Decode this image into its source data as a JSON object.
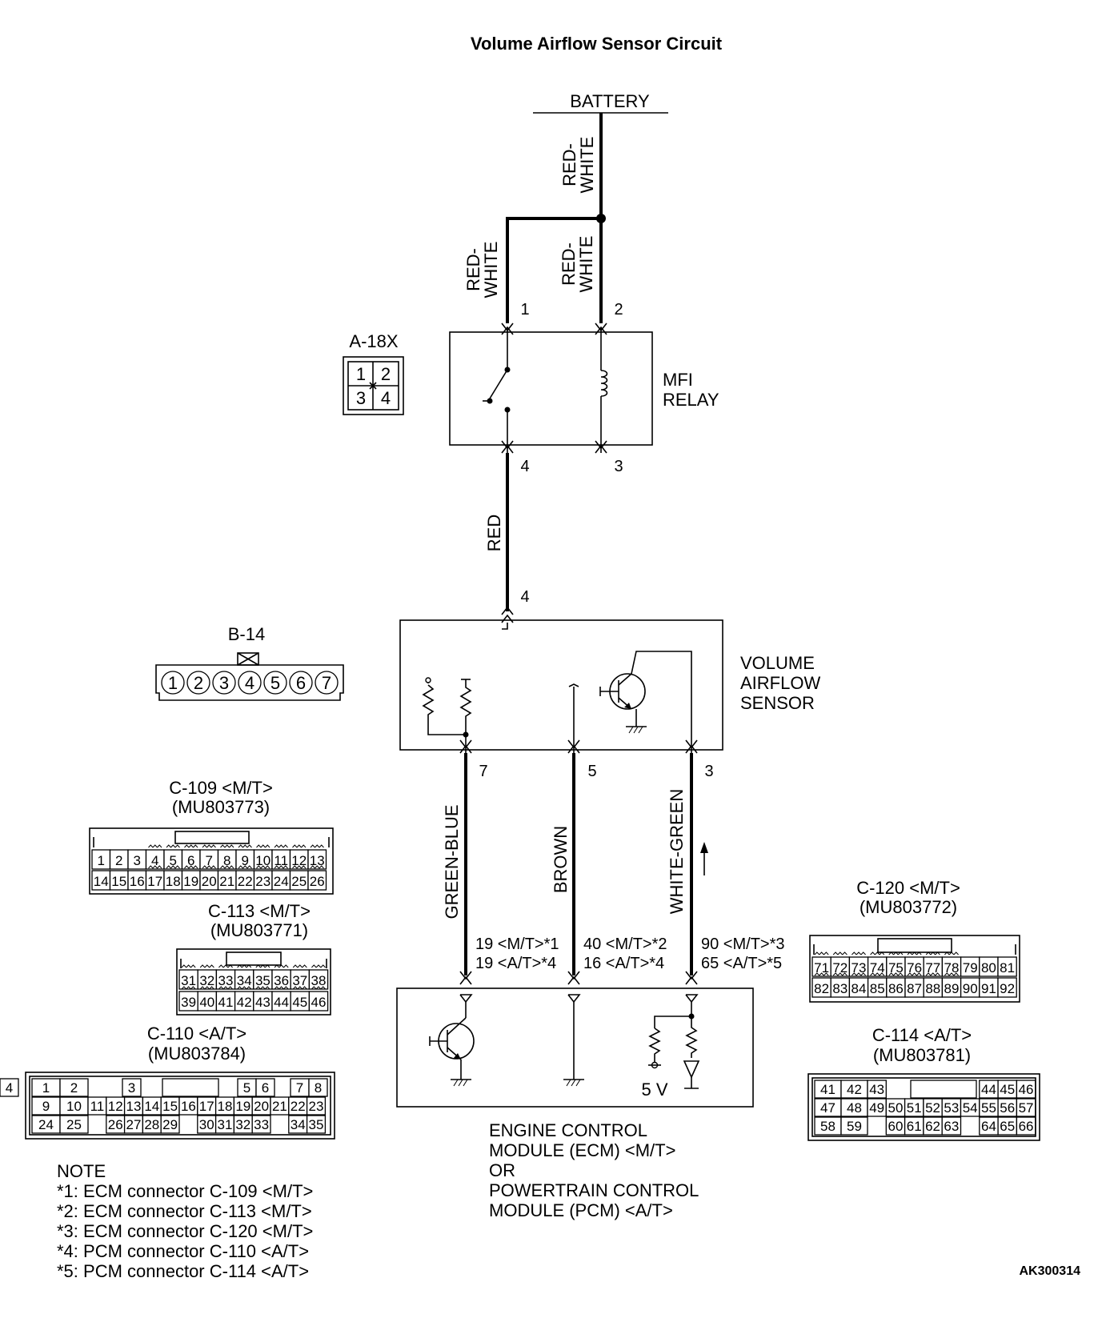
{
  "title": "Volume Airflow Sensor Circuit",
  "figure_id": "AK300314",
  "battery": {
    "label": "BATTERY"
  },
  "wires": {
    "battery_main": [
      "RED-",
      "WHITE"
    ],
    "relay_pin1": [
      "RED-",
      "WHITE"
    ],
    "relay_pin2": [
      "RED-",
      "WHITE"
    ],
    "relay_to_sensor": "RED",
    "sensor_pin7": "GREEN-BLUE",
    "sensor_pin5": "BROWN",
    "sensor_pin3": "WHITE-GREEN"
  },
  "relay": {
    "name_lines": [
      "MFI",
      "RELAY"
    ],
    "pins": {
      "p1": "1",
      "p2": "2",
      "p3": "3",
      "p4": "4"
    }
  },
  "relay_connector": {
    "id": "A-18X",
    "pins": [
      "1",
      "2",
      "3",
      "4"
    ]
  },
  "sensor": {
    "name_lines": [
      "VOLUME",
      "AIRFLOW",
      "SENSOR"
    ],
    "pins": {
      "p4": "4",
      "p7": "7",
      "p5": "5",
      "p3": "3"
    }
  },
  "sensor_connector": {
    "id": "B-14",
    "pins": [
      "1",
      "2",
      "3",
      "4",
      "5",
      "6",
      "7"
    ]
  },
  "ecm_pins": {
    "green_blue": [
      "19 <M/T>*1",
      "19 <A/T>*4"
    ],
    "brown": [
      "40 <M/T>*2",
      "16 <A/T>*4"
    ],
    "white_green": [
      "90 <M/T>*3",
      "65 <A/T>*5"
    ]
  },
  "ecm": {
    "voltage": "5 V",
    "name_lines": [
      "ENGINE CONTROL",
      "MODULE (ECM) <M/T>",
      "OR",
      "POWERTRAIN CONTROL",
      "MODULE (PCM) <A/T>"
    ]
  },
  "connectors": {
    "c109": {
      "name": "C-109 <M/T>",
      "part": "(MU803773)",
      "row1": [
        "1",
        "2",
        "3",
        "4",
        "5",
        "6",
        "7",
        "8",
        "9",
        "10",
        "11",
        "12",
        "13"
      ],
      "row2": [
        "14",
        "15",
        "16",
        "17",
        "18",
        "19",
        "20",
        "21",
        "22",
        "23",
        "24",
        "25",
        "26"
      ]
    },
    "c113": {
      "name": "C-113 <M/T>",
      "part": "(MU803771)",
      "row1": [
        "31",
        "32",
        "33",
        "34",
        "35",
        "36",
        "37",
        "38"
      ],
      "row2": [
        "39",
        "40",
        "41",
        "42",
        "43",
        "44",
        "45",
        "46"
      ]
    },
    "c110": {
      "name": "C-110 <A/T>",
      "part": "(MU803784)",
      "row1": [
        "1",
        "2",
        "",
        "3",
        "4",
        "",
        "",
        "",
        "",
        "5",
        "6",
        "",
        "7",
        "8"
      ],
      "row2": [
        "9",
        "10",
        "11",
        "12",
        "13",
        "14",
        "15",
        "16",
        "17",
        "18",
        "19",
        "20",
        "21",
        "22",
        "23"
      ],
      "row3": [
        "24",
        "25",
        "",
        "26",
        "27",
        "28",
        "29",
        "",
        "30",
        "31",
        "32",
        "33",
        "",
        "34",
        "35"
      ]
    },
    "c120": {
      "name": "C-120 <M/T>",
      "part": "(MU803772)",
      "row1": [
        "71",
        "72",
        "73",
        "74",
        "75",
        "76",
        "77",
        "78",
        "79",
        "80",
        "81"
      ],
      "row2": [
        "82",
        "83",
        "84",
        "85",
        "86",
        "87",
        "88",
        "89",
        "90",
        "91",
        "92"
      ]
    },
    "c114": {
      "name": "C-114 <A/T>",
      "part": "(MU803781)",
      "row1": [
        "41",
        "42",
        "43",
        "",
        "",
        "",
        "",
        "",
        "44",
        "45",
        "46"
      ],
      "row2": [
        "47",
        "48",
        "49",
        "50",
        "51",
        "52",
        "53",
        "54",
        "55",
        "56",
        "57"
      ],
      "row3": [
        "58",
        "59",
        "",
        "60",
        "61",
        "62",
        "63",
        "",
        "64",
        "65",
        "66"
      ]
    }
  },
  "note": {
    "heading": "NOTE",
    "lines": [
      "*1: ECM connector C-109 <M/T>",
      "*2: ECM connector C-113 <M/T>",
      "*3: ECM connector C-120 <M/T>",
      "*4: PCM connector C-110 <A/T>",
      "*5: PCM connector C-114 <A/T>"
    ]
  }
}
